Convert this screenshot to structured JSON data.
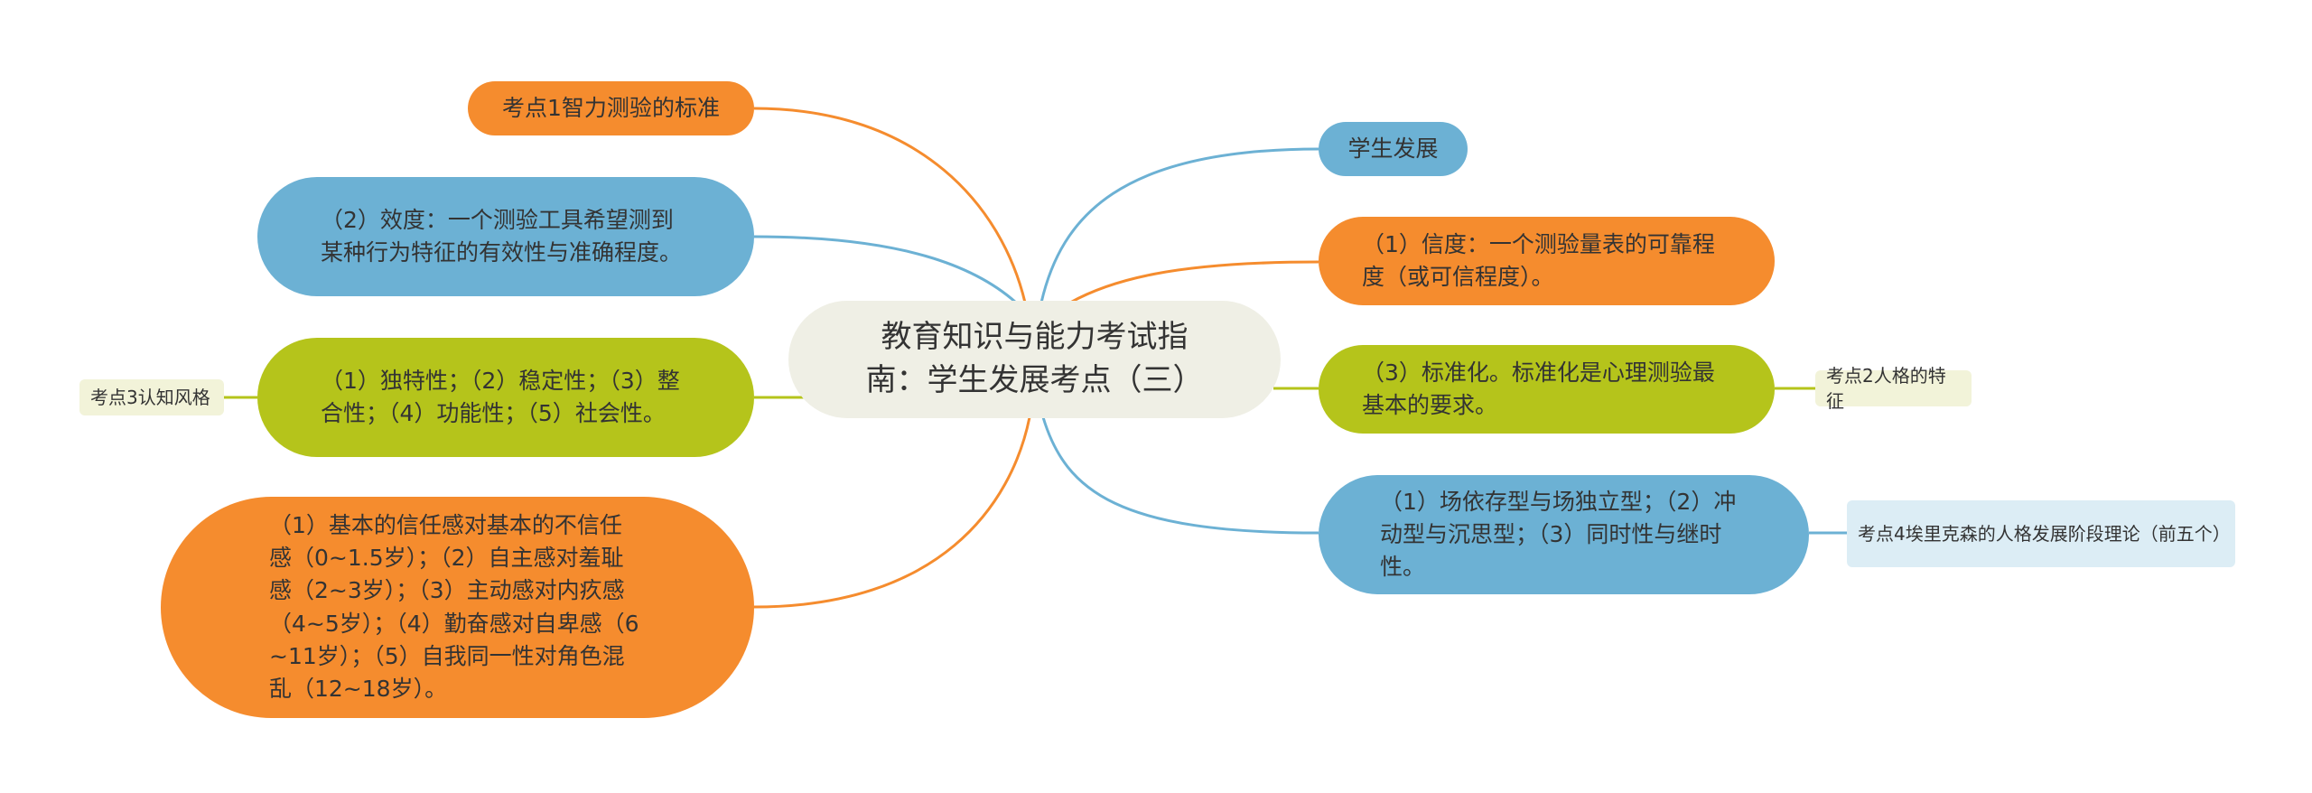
{
  "center": "教育知识与能力考试指南：学生发展考点（三）",
  "left": {
    "kp1_title": "考点1智力测验的标准",
    "validity": "（2）效度：一个测验工具希望测到某种行为特征的有效性与准确程度。",
    "cognitive_traits": "（1）独特性；（2）稳定性；（3）整合性；（4）功能性；（5）社会性。",
    "kp3_title": "考点3认知风格",
    "erikson_stages": "（1）基本的信任感对基本的不信任感（0~1.5岁）；（2）自主感对羞耻感（2~3岁）；（3）主动感对内疚感（4~5岁）；（4）勤奋感对自卑感（6~11岁）；（5）自我同一性对角色混乱（12~18岁）。"
  },
  "right": {
    "student_dev": "学生发展",
    "reliability": "（1）信度：一个测验量表的可靠程度（或可信程度）。",
    "standardization": "（3）标准化。标准化是心理测验最基本的要求。",
    "kp2_title": "考点2人格的特征",
    "cognitive_styles": "（1）场依存型与场独立型；（2）冲动型与沉思型；（3）同时性与继时性。",
    "kp4_title": "考点4埃里克森的人格发展阶段理论（前五个）"
  },
  "colors": {
    "orange": "#f58c2e",
    "blue": "#6cb1d4",
    "green": "#b5c41b",
    "center_bg": "#efefe5"
  }
}
